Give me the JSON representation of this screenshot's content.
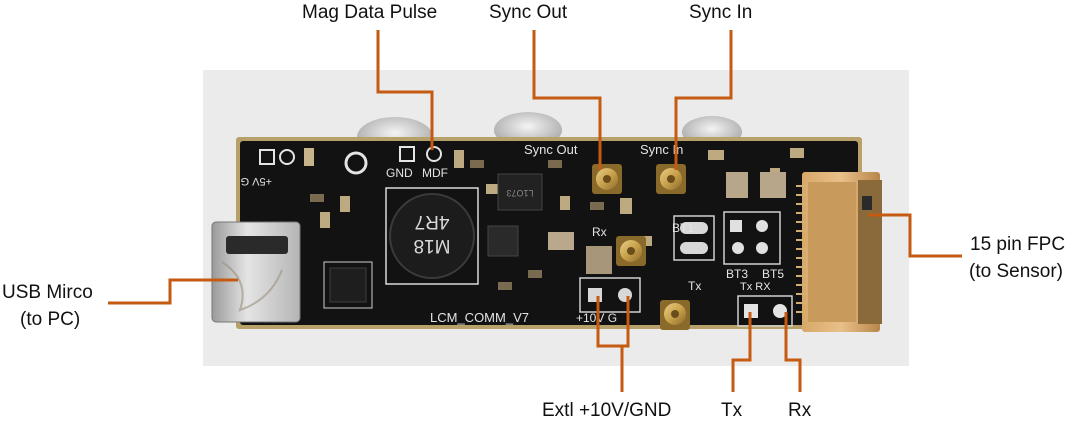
{
  "colors": {
    "leader": "#c55a11",
    "board": "#121212",
    "photo_bg": "#ebebeb",
    "gold": "#c9a24c",
    "text": "#111111"
  },
  "callouts": {
    "mag_data_pulse": "Mag Data Pulse",
    "sync_out": "Sync Out",
    "sync_in": "Sync In",
    "fpc_line1": "15 pin FPC",
    "fpc_line2": "(to Sensor)",
    "usb_line1": "USB Mirco",
    "usb_line2": "(to PC)",
    "ext_power": "Extl +10V/GND",
    "tx": "Tx",
    "rx": "Rx"
  },
  "silkscreen": {
    "plus5v": "+5V G",
    "gnd": "GND",
    "mdf": "MDF",
    "sync_out": "Sync Out",
    "sync_in": "Sync In",
    "inductor_line1": "4R7",
    "inductor_line2": "M18",
    "rx": "Rx",
    "tx": "Tx",
    "bt1": "BT1",
    "bt3": "BT3",
    "bt5": "BT5",
    "tx_rx": "Tx RX",
    "board_name": "LCM_COMM_V7",
    "power": "+10V G",
    "ic_mark": "L1O73"
  }
}
